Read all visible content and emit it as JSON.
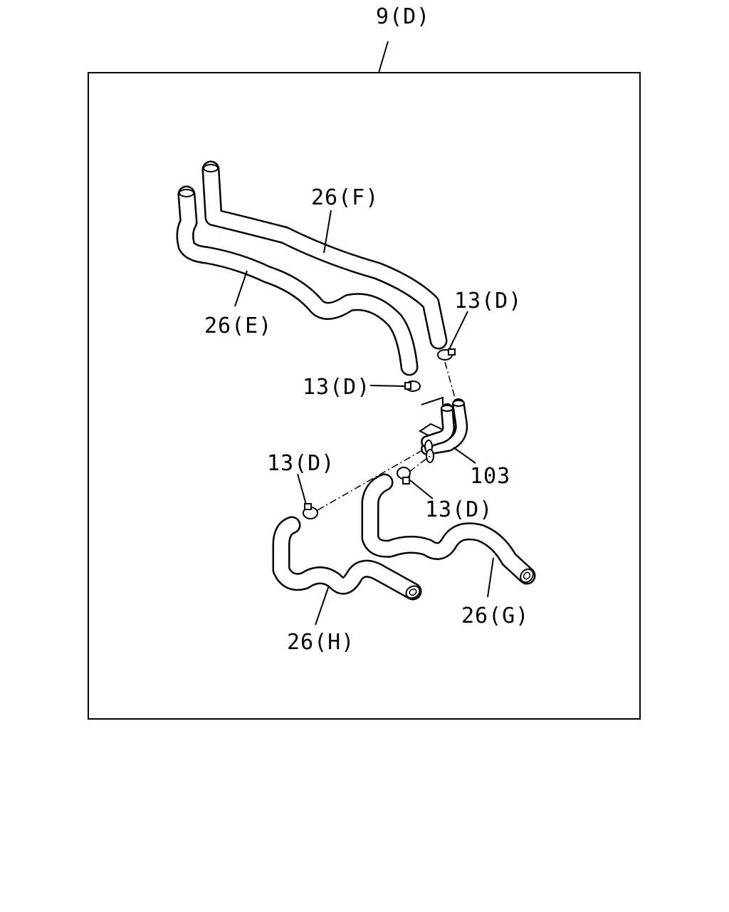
{
  "assembly_label": "9(D)",
  "callouts": {
    "hose_f": "26(F)",
    "hose_e": "26(E)",
    "hose_g": "26(G)",
    "hose_h": "26(H)",
    "clamp_top_right": "13(D)",
    "clamp_mid_left": "13(D)",
    "clamp_lower_left": "13(D)",
    "clamp_lower_mid": "13(D)",
    "joint": "103"
  }
}
